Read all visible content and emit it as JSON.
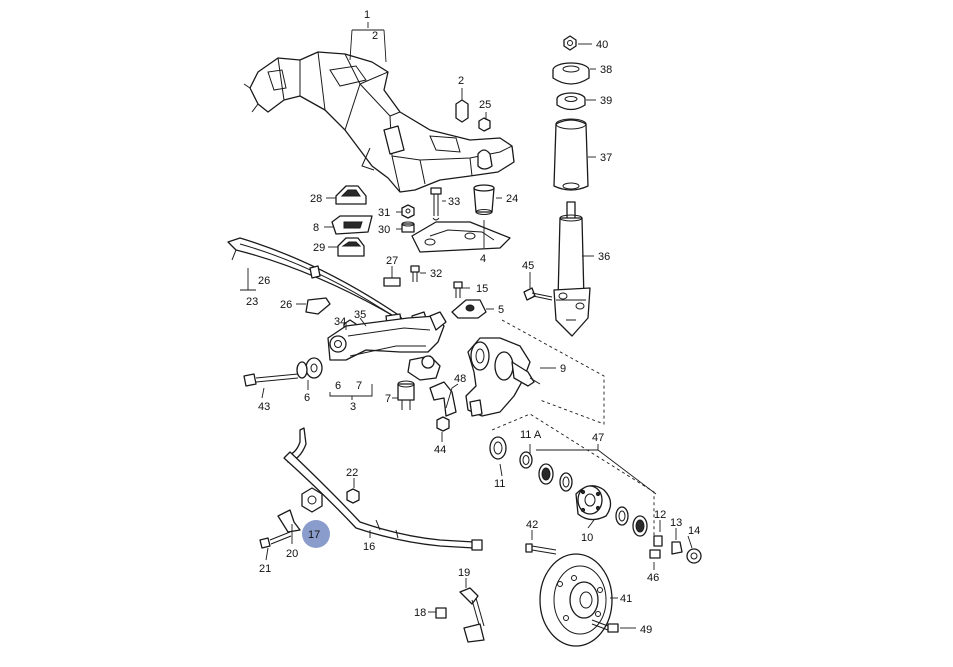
{
  "highlight_color": "#8a9ccb",
  "labels": {
    "n1": "1",
    "n2a": "2",
    "n2b": "2",
    "n3": "3",
    "n4": "4",
    "n5": "5",
    "n6a": "6",
    "n6b": "6",
    "n7a": "7",
    "n7b": "7",
    "n8": "8",
    "n9": "9",
    "n10": "10",
    "n11": "11",
    "n11a": "11 A",
    "n12": "12",
    "n13": "13",
    "n14": "14",
    "n15": "15",
    "n16": "16",
    "n17": "17",
    "n18": "18",
    "n19": "19",
    "n20": "20",
    "n21": "21",
    "n22": "22",
    "n23": "23",
    "n24": "24",
    "n25": "25",
    "n26a": "26",
    "n26b": "26",
    "n27": "27",
    "n28": "28",
    "n29": "29",
    "n30": "30",
    "n31": "31",
    "n32": "32",
    "n33": "33",
    "n34": "34",
    "n35": "35",
    "n36": "36",
    "n37": "37",
    "n38": "38",
    "n39": "39",
    "n40": "40",
    "n41": "41",
    "n42": "42",
    "n43": "43",
    "n44": "44",
    "n45": "45",
    "n46": "46",
    "n47": "47",
    "n48": "48",
    "n49": "49"
  }
}
